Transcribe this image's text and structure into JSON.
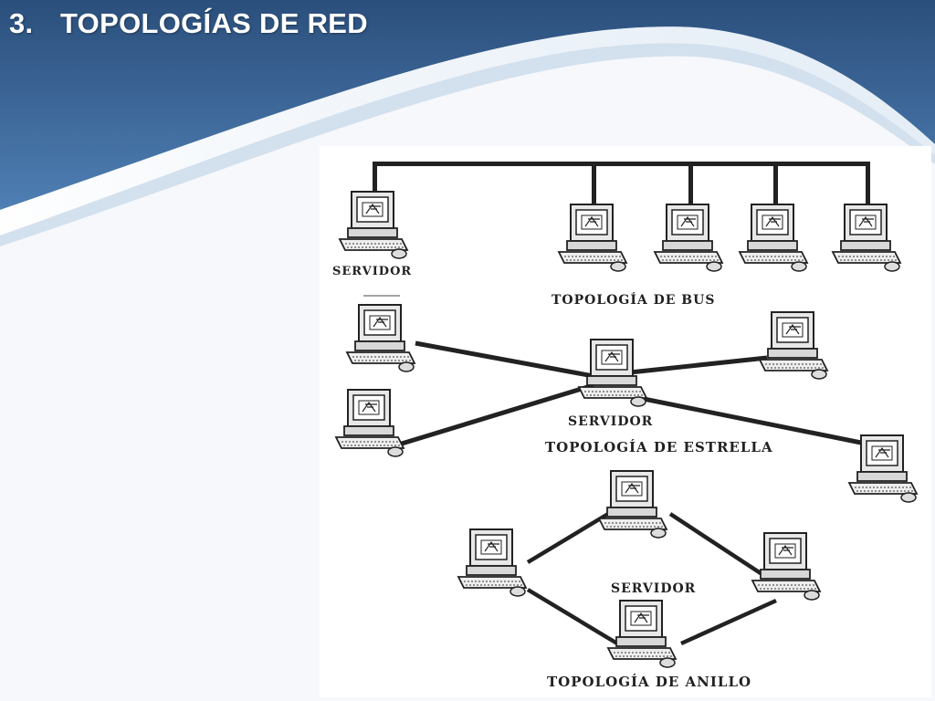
{
  "slide": {
    "number": "3.",
    "title": "TOPOLOGÍAS DE RED"
  },
  "diagram": {
    "bus": {
      "server_label": "SERVIDOR",
      "caption": "TOPOLOGÍA DE BUS"
    },
    "star": {
      "server_label": "SERVIDOR",
      "caption": "TOPOLOGÍA DE ESTRELLA"
    },
    "ring": {
      "server_label": "SERVIDOR",
      "caption": "TOPOLOGÍA DE ANILLO"
    }
  }
}
